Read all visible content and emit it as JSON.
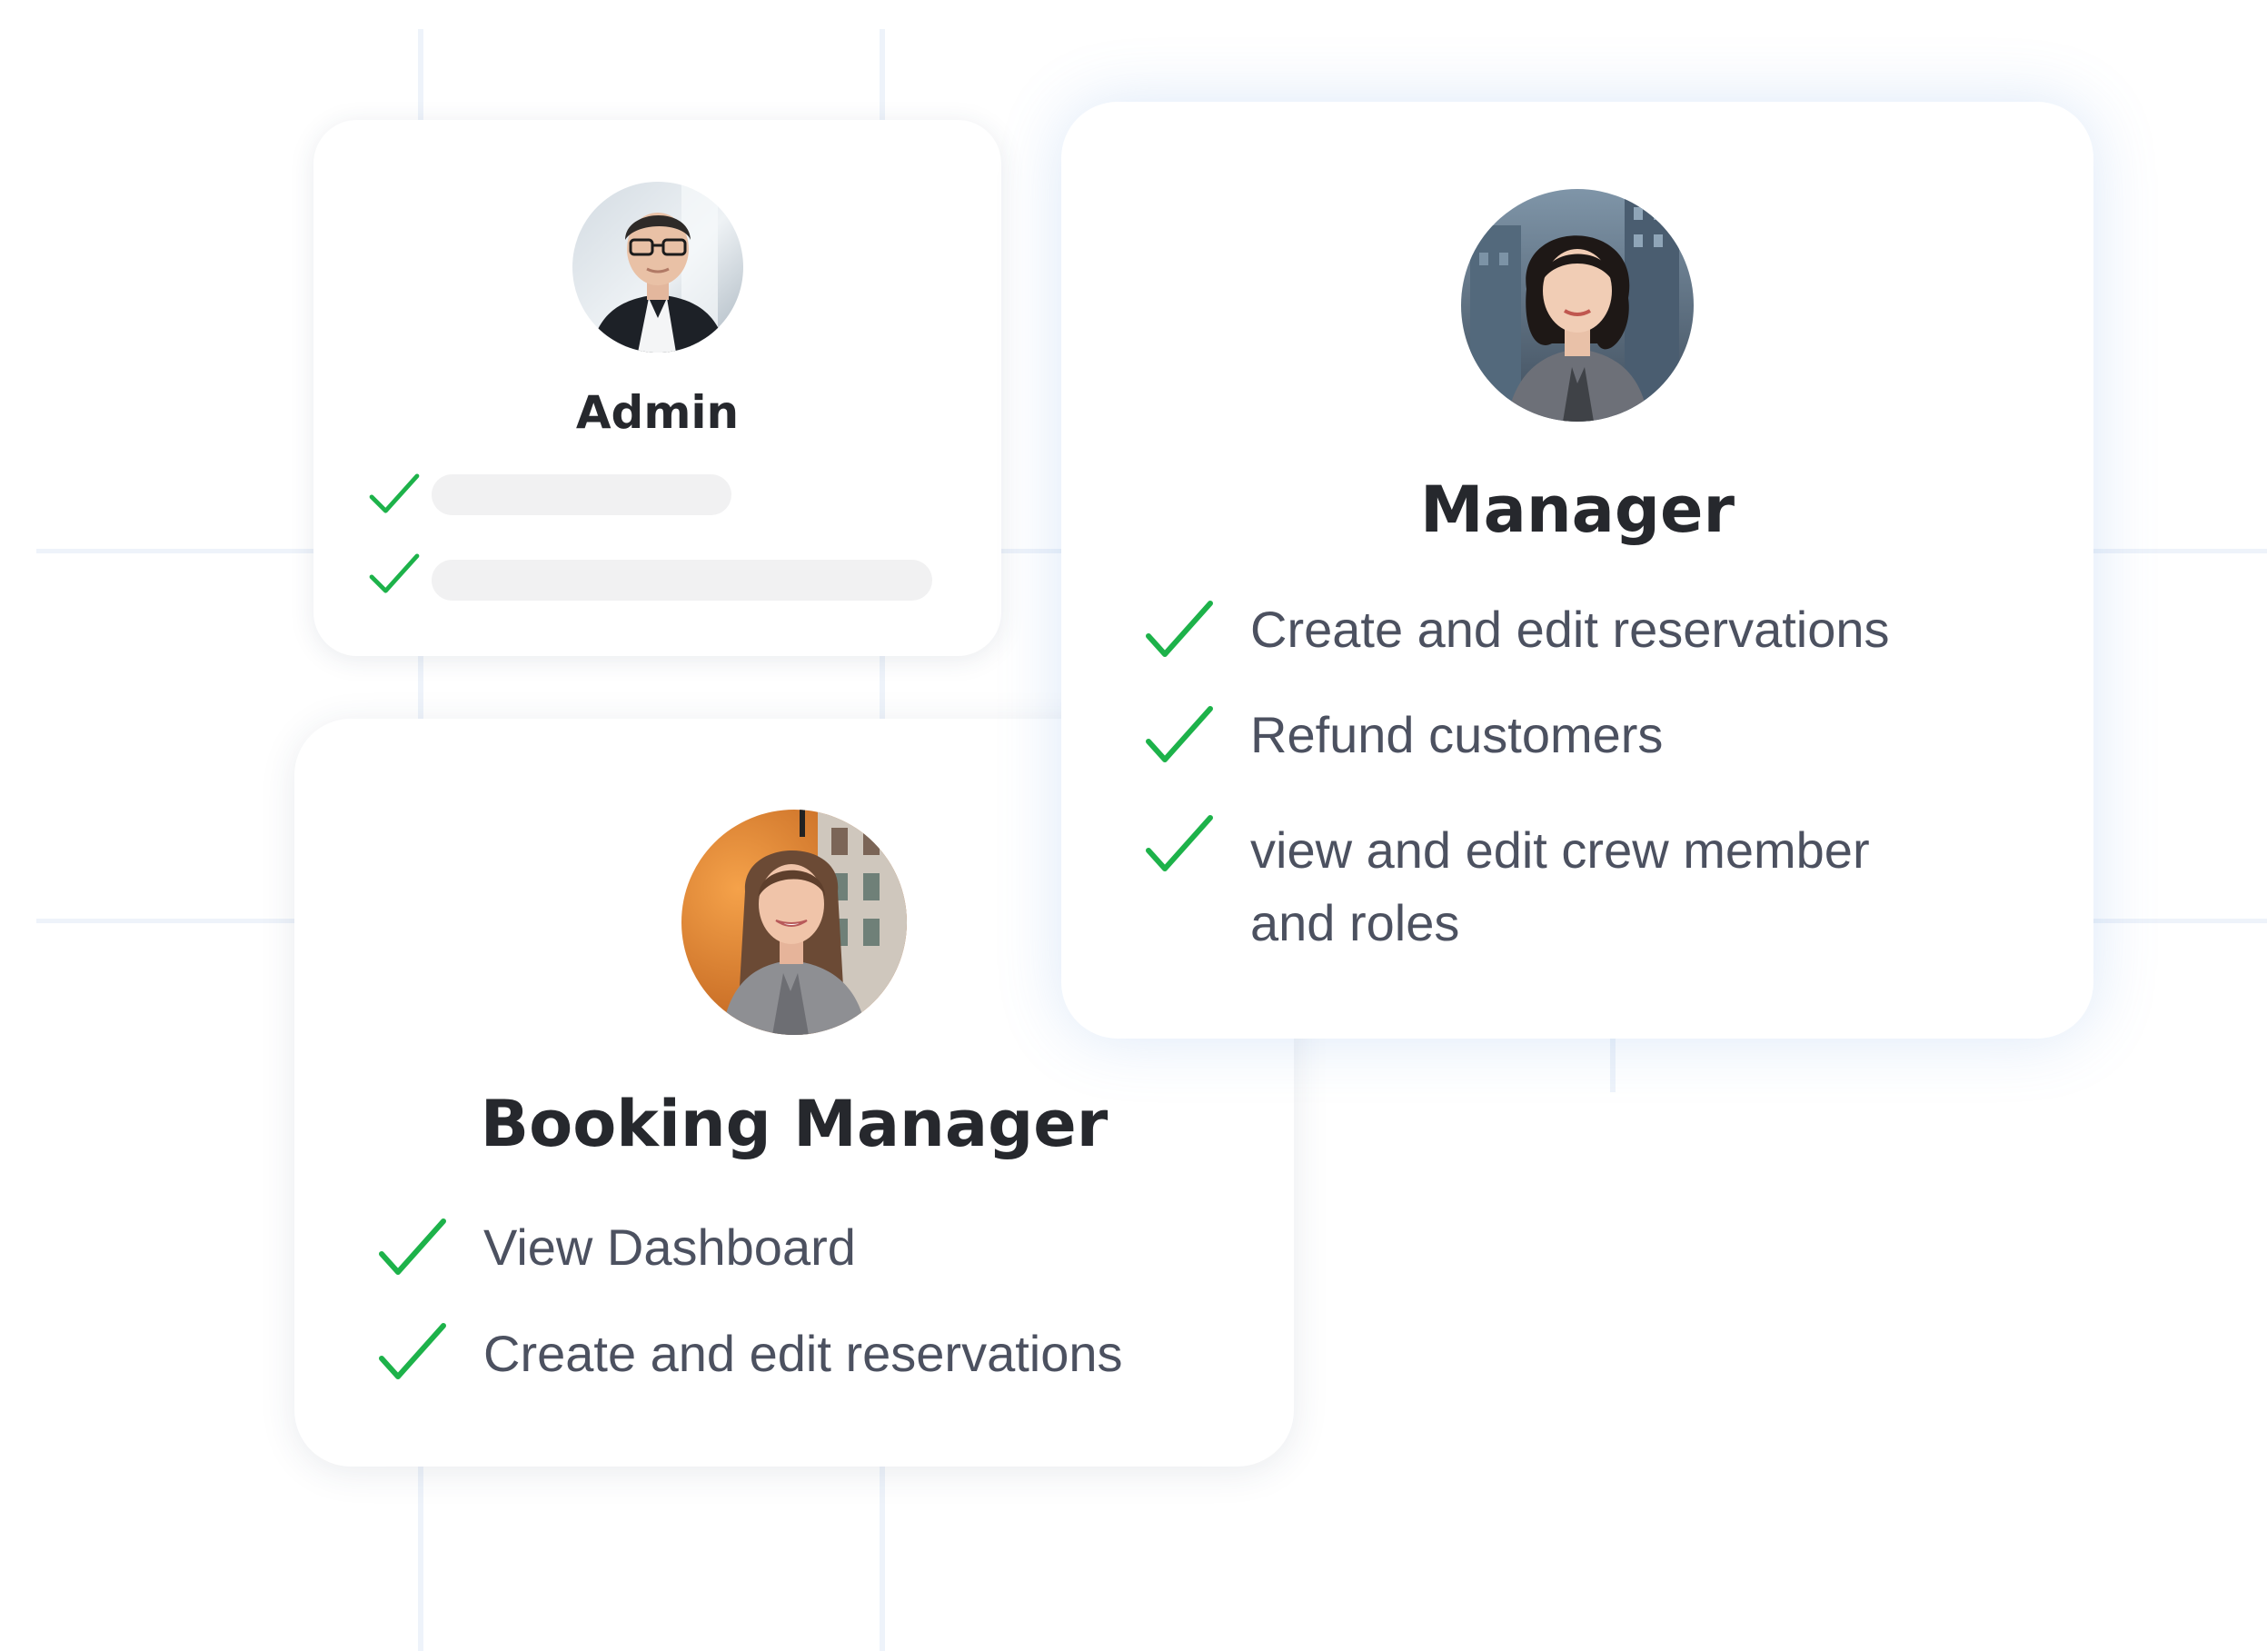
{
  "colors": {
    "check": "#1db24a",
    "title": "#26282d",
    "text": "#4c5160",
    "grid": "#eef3fa"
  },
  "cards": {
    "admin": {
      "title": "Admin",
      "avatar_icon": "person-avatar",
      "check_icon": "checkmark-icon"
    },
    "manager": {
      "title": "Manager",
      "avatar_icon": "person-avatar",
      "permissions": [
        "Create and edit reservations",
        "Refund customers",
        "view and edit crew member and roles"
      ]
    },
    "booking_manager": {
      "title": "Booking Manager",
      "avatar_icon": "person-avatar",
      "permissions": [
        "View Dashboard",
        "Create and edit reservations"
      ]
    }
  }
}
